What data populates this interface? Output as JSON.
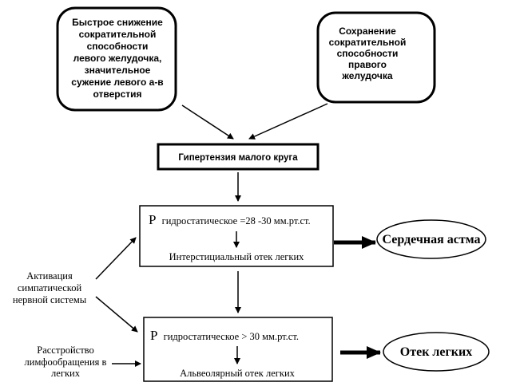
{
  "top_left_box": {
    "lines": [
      "Быстрое снижение",
      "сократительной",
      "способности",
      "левого желудочка,",
      "значительное",
      "сужение левого а-в",
      "отверстия"
    ]
  },
  "top_right_box": {
    "lines": [
      "Сохранение",
      "сократительной",
      "способности",
      "правого",
      "желудочка"
    ]
  },
  "hypertension_box": {
    "label": "Гипертензия малого круга"
  },
  "middle_box": {
    "pressure_symbol": "Р",
    "pressure_text": "гидростатическое =28 -30 мм.рт.ст.",
    "result": "Интерстициальный отек легких"
  },
  "bottom_box": {
    "pressure_symbol": "Р",
    "pressure_text": "гидростатическое > 30 мм.рт.ст.",
    "result": "Альвеолярный отек легких"
  },
  "oval_cardiac_asthma": {
    "label": "Сердечная астма"
  },
  "oval_pulmonary_edema": {
    "label": "Отек легких"
  },
  "side_sympathetic": {
    "lines": [
      "Активация",
      "симпатической",
      "нервной системы"
    ]
  },
  "side_lymph": {
    "lines": [
      "Расстройство",
      "лимфообращения в",
      "легких"
    ]
  }
}
